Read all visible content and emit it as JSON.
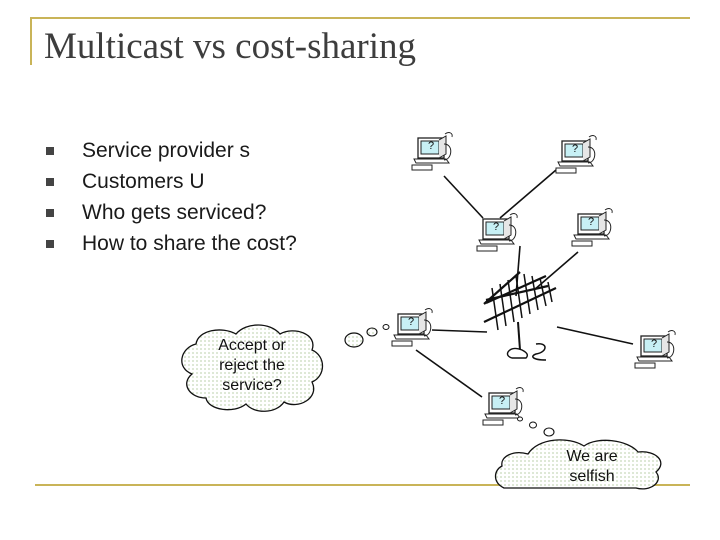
{
  "slide": {
    "title": "Multicast vs cost-sharing",
    "bullets": [
      "Service provider s",
      "Customers U",
      "Who gets serviced?",
      "How to share the cost?"
    ]
  },
  "clouds": {
    "customer_thought": "Accept or reject the service?",
    "customer_thought_lines": [
      "Accept or",
      "reject the",
      "service?"
    ],
    "selfish_thought": "We are selfish",
    "selfish_thought_lines": [
      "We are",
      "selfish"
    ]
  },
  "computers": {
    "screen_label": "?"
  },
  "colors": {
    "accent_gold": "#c9b458",
    "screen_cyan": "#c7f0f5",
    "cloud_dots": "#c7d8b9"
  }
}
